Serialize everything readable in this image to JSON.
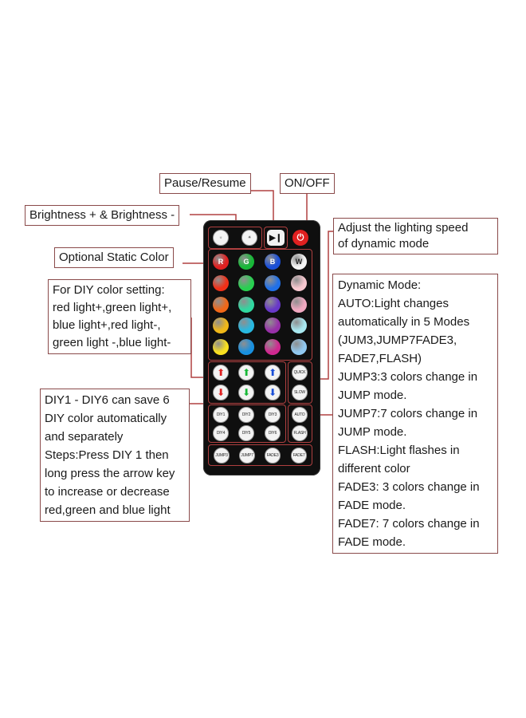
{
  "labels": {
    "pause_resume": "Pause/Resume",
    "on_off": "ON/OFF",
    "brightness": "Brightness + & Brightness -",
    "static_color": "Optional Static Color",
    "speed": [
      "Adjust the lighting speed",
      "of dynamic mode"
    ],
    "diy_setting": [
      "For DIY color setting:",
      "red light+,green light+,",
      "blue light+,red light-,",
      "green light -,blue light-"
    ],
    "diy_save": [
      "DIY1 - DIY6 can save 6",
      "DIY color automatically",
      "and separately",
      "Steps:Press DIY 1 then",
      "long press the arrow key",
      "to increase or decrease",
      "red,green and blue light"
    ],
    "dynamic_mode": [
      "Dynamic Mode:",
      "AUTO:Light changes",
      "automatically in 5 Modes",
      "(JUM3,JUMP7FADE3,",
      "FADE7,FLASH)",
      "JUMP3:3 colors change in",
      "JUMP mode.",
      "JUMP7:7 colors change in",
      "JUMP mode.",
      "FLASH:Light flashes in",
      "different color",
      "FADE3: 3 colors change in",
      "FADE mode.",
      "FADE7: 7 colors change in",
      "FADE mode."
    ]
  },
  "remote": {
    "color_keys": [
      "R",
      "G",
      "B",
      "W"
    ],
    "speed_keys": [
      "QUICK",
      "SLOW"
    ],
    "mode_keys": [
      "AUTO",
      "FLASH"
    ],
    "diy_keys": [
      "DIY1",
      "DIY2",
      "DIY3",
      "DIY4",
      "DIY5",
      "DIY6"
    ],
    "bottom_keys": [
      "JUMP3",
      "JUMP7",
      "FADE3",
      "FADE7"
    ]
  },
  "colors": {
    "label_border": "#8a4a4a",
    "group_outline": "#b04040",
    "remote_body": "#0f0f0f",
    "color_grid": [
      [
        "#e02020",
        "#18b838",
        "#1a4fd8",
        "#f5f5f5"
      ],
      [
        "#f03018",
        "#28d050",
        "#2070e8",
        "#f8c8d0"
      ],
      [
        "#f06818",
        "#30d8a0",
        "#6838c8",
        "#f0a8c0"
      ],
      [
        "#f0b818",
        "#28b8e0",
        "#9830a8",
        "#a8e8f0"
      ],
      [
        "#f8e020",
        "#1890e0",
        "#d02890",
        "#90c8f0"
      ]
    ],
    "arrow_colors": [
      "#e02020",
      "#18b838",
      "#1a4fd8"
    ]
  }
}
